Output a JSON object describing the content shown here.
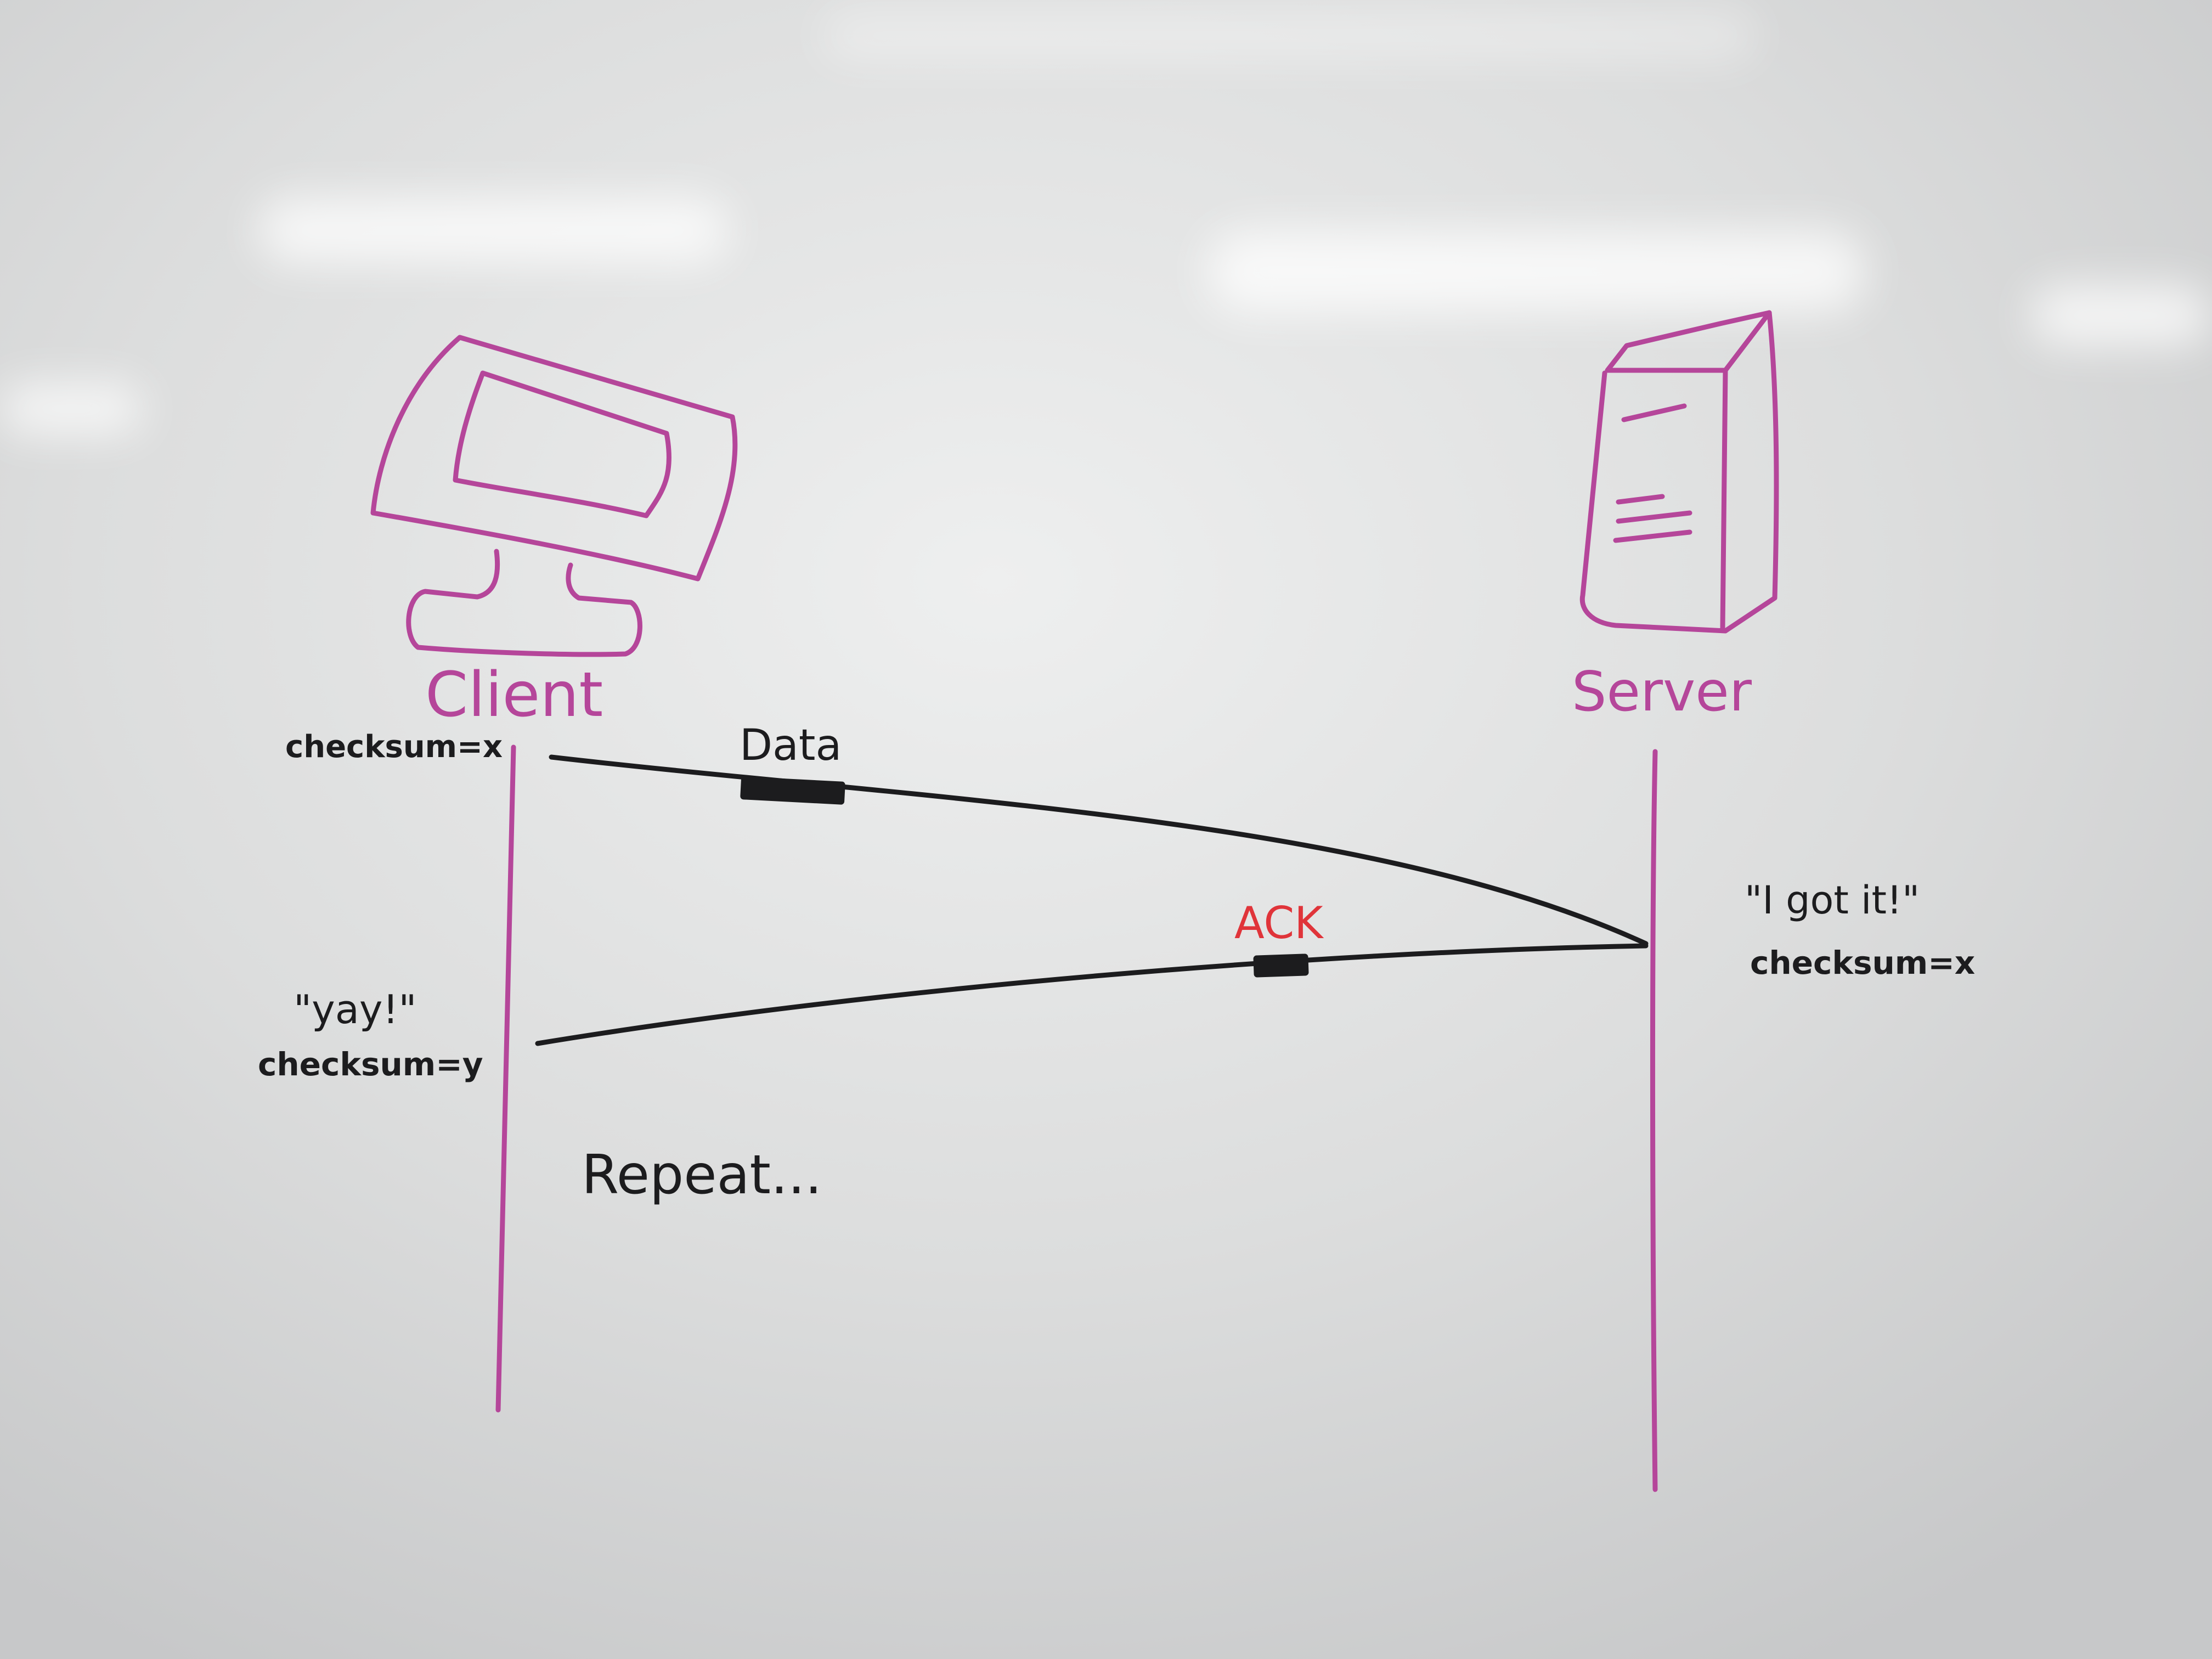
{
  "labels": {
    "client": "Client",
    "server": "Server",
    "data": "Data",
    "ack": "ACK",
    "client_checksum": "checksum=x",
    "server_quote": "\"I got it!\"",
    "server_checksum": "checksum=x",
    "client_quote": "\"yay!\"",
    "client_checksum_after": "checksum=y",
    "repeat": "Repeat..."
  },
  "colors": {
    "marker_pink": "#b5469a",
    "marker_black": "#1c1c1e",
    "marker_red": "#e0343a",
    "whiteboard": "#d9dadb"
  },
  "icons": {
    "client": "monitor-icon",
    "server": "server-tower-icon"
  }
}
